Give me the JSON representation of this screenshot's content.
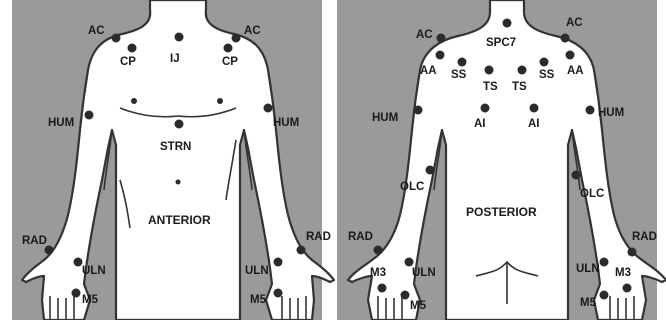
{
  "figure": {
    "background_color": "#9a9a9a",
    "body_color": "#ffffff",
    "marker_color": "#2b2b2b"
  },
  "anterior": {
    "view_label": "ANTERIOR",
    "markers": {
      "ac_left": "AC",
      "ac_right": "AC",
      "cp_left": "CP",
      "cp_right": "CP",
      "ij": "IJ",
      "hum_left": "HUM",
      "hum_right": "HUM",
      "strn": "STRN",
      "rad_left": "RAD",
      "rad_right": "RAD",
      "uln_left": "ULN",
      "uln_right": "ULN",
      "m5_left": "M5",
      "m5_right": "M5"
    }
  },
  "posterior": {
    "view_label": "POSTERIOR",
    "markers": {
      "spc7": "SPC7",
      "ac_left": "AC",
      "ac_right": "AC",
      "aa_left": "AA",
      "aa_right": "AA",
      "ss_left": "SS",
      "ss_right": "SS",
      "ts_left": "TS",
      "ts_right": "TS",
      "hum_left": "HUM",
      "hum_right": "HUM",
      "ai_left": "AI",
      "ai_right": "AI",
      "olc_left": "OLC",
      "olc_right": "OLC",
      "rad_left": "RAD",
      "rad_right": "RAD",
      "m3_left": "M3",
      "m3_right": "M3",
      "uln_left": "ULN",
      "uln_right": "ULN",
      "m5_left": "M5",
      "m5_right": "M5"
    }
  }
}
